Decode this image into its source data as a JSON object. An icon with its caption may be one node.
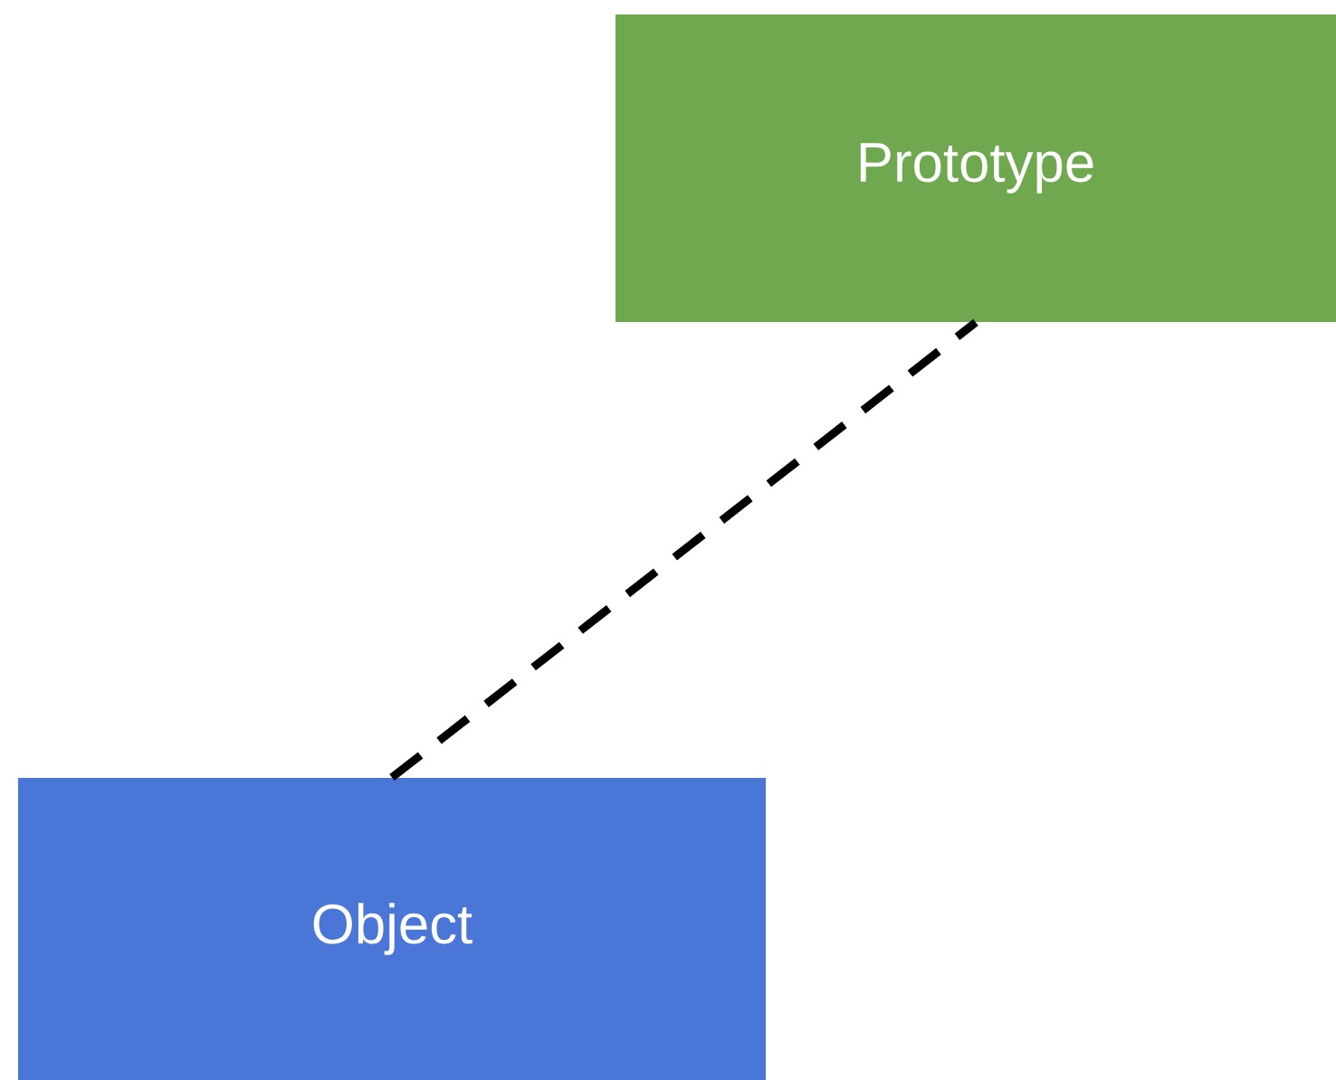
{
  "diagram": {
    "nodes": [
      {
        "text": [
          "Prototype"
        ]
      },
      {
        "text": [
          "Object"
        ]
      }
    ],
    "edges": [
      {
        "from": 1,
        "to": 0,
        "arrow": "none",
        "style": "dashed"
      }
    ]
  }
}
